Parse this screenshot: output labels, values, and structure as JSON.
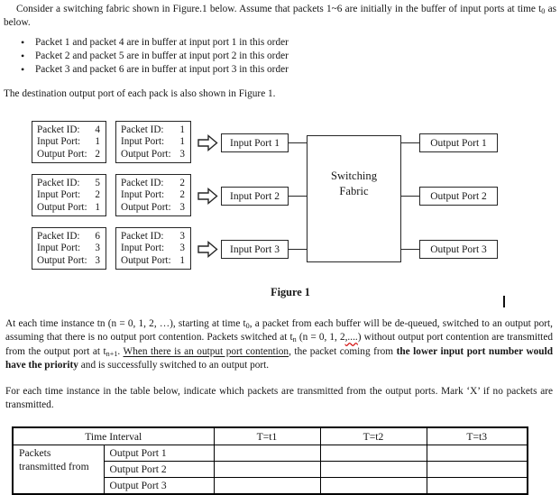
{
  "page": {
    "paragraph1_runs": [
      {
        "t": "Consider a switching fabric shown in Figure.1 below. Assume that packets 1~6 are initially in the buffer of input ports at time t"
      },
      {
        "t": "0",
        "sub": true
      },
      {
        "t": " as below."
      }
    ],
    "bullets": [
      "Packet 1 and packet 4 are in buffer at input port 1 in this order",
      "Packet 2 and packet 5 are in buffer at input port 2 in this order",
      "Packet 3 and packet 6 are in buffer at input port 3 in this order"
    ],
    "paragraph2": "The destination output port of each pack is also shown in Figure 1.",
    "paragraph3_runs": [
      {
        "t": "At each time instance tn (n = 0, 1, 2, …), starting at time t"
      },
      {
        "t": "0",
        "sub": true
      },
      {
        "t": ", a packet from each buffer will be de-queued, switched to an output port, assuming that there is no output port contention. Packets switched at t"
      },
      {
        "t": "n",
        "sub": true
      },
      {
        "t": " (n = 0, 1, 2"
      },
      {
        "t": ",....",
        "squiggle": true
      },
      {
        "t": ") without output port contention are transmitted from the output port at t"
      },
      {
        "t": "n+1",
        "sub": true
      },
      {
        "t": ". "
      },
      {
        "t": "When there is an output port contention",
        "u": true
      },
      {
        "t": ", the packet coming from "
      },
      {
        "t": "the lower input port number would have the priority",
        "b": true
      },
      {
        "t": " and is successfully switched to an output port."
      }
    ],
    "paragraph4": "For each time instance in the table below, indicate which packets are transmitted from the output ports. Mark ‘X’ if no packets are transmitted."
  },
  "figure": {
    "caption": "Figure 1",
    "fabric_line1": "Switching",
    "fabric_line2": "Fabric",
    "labels": {
      "packet_id": "Packet ID:",
      "input_port": "Input Port:",
      "output_port": "Output Port:"
    },
    "rows": [
      {
        "input_label": "Input Port 1",
        "output_label": "Output Port 1",
        "buffer": [
          {
            "packet_id": "4",
            "input_port": "1",
            "output_port": "2"
          },
          {
            "packet_id": "1",
            "input_port": "1",
            "output_port": "3"
          }
        ]
      },
      {
        "input_label": "Input Port 2",
        "output_label": "Output Port 2",
        "buffer": [
          {
            "packet_id": "5",
            "input_port": "2",
            "output_port": "1"
          },
          {
            "packet_id": "2",
            "input_port": "2",
            "output_port": "3"
          }
        ]
      },
      {
        "input_label": "Input Port 3",
        "output_label": "Output Port 3",
        "buffer": [
          {
            "packet_id": "6",
            "input_port": "3",
            "output_port": "3"
          },
          {
            "packet_id": "3",
            "input_port": "3",
            "output_port": "1"
          }
        ]
      }
    ]
  },
  "table": {
    "header": {
      "time_interval": "Time Interval",
      "t1": "T=t1",
      "t2": "T=t2",
      "t3": "T=t3"
    },
    "row_group_label": "Packets transmitted from",
    "rows": [
      {
        "label": "Output Port 1",
        "t1": "",
        "t2": "",
        "t3": ""
      },
      {
        "label": "Output Port 2",
        "t1": "",
        "t2": "",
        "t3": ""
      },
      {
        "label": "Output Port 3",
        "t1": "",
        "t2": "",
        "t3": ""
      }
    ]
  },
  "colors": {
    "text": "#161616",
    "border": "#262626",
    "squiggle": "#d00000"
  }
}
